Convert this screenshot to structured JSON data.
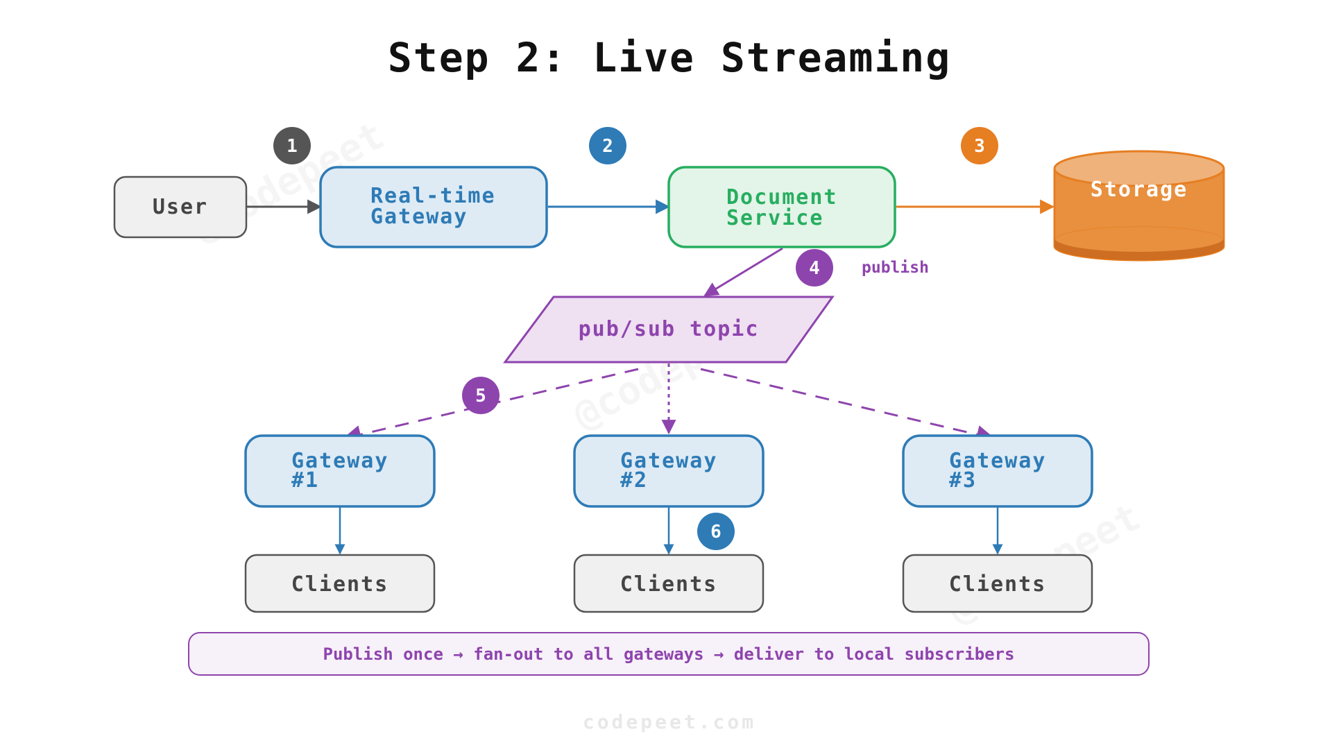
{
  "title": "Step 2: Live Streaming",
  "nodes": {
    "user": "User",
    "realtime_gateway": [
      "Real-time",
      "Gateway"
    ],
    "document_service": [
      "Document",
      "Service"
    ],
    "storage": "Storage",
    "pubsub_topic": "pub/sub topic",
    "gateway_1": [
      "Gateway",
      "#1"
    ],
    "gateway_2": [
      "Gateway",
      "#2"
    ],
    "gateway_3": [
      "Gateway",
      "#3"
    ],
    "clients": "Clients"
  },
  "badges": [
    "1",
    "2",
    "3",
    "4",
    "5",
    "6"
  ],
  "edge_labels": {
    "publish": "publish"
  },
  "note": "Publish once → fan-out to all gateways → deliver to local subscribers",
  "watermark": "@codepeet",
  "footer": "codepeet.com",
  "colors": {
    "gray": "#555555",
    "blue": "#2e7bb6",
    "green": "#27ae60",
    "orange": "#e67e22",
    "purple": "#8e44ad"
  }
}
